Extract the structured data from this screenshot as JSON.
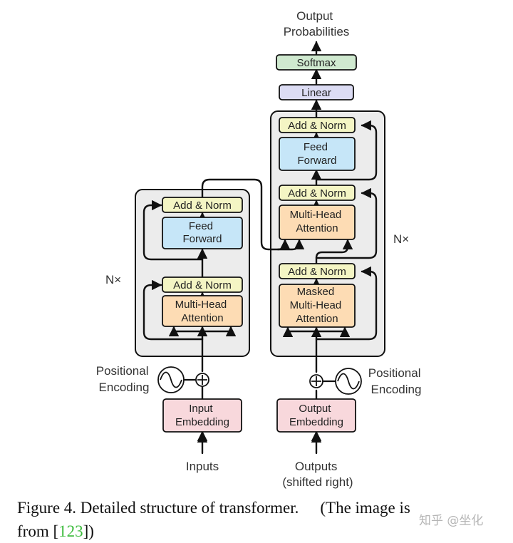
{
  "diagram": {
    "output_label": [
      "Output",
      "Probabilities"
    ],
    "softmax": "Softmax",
    "linear": "Linear",
    "add_norm": "Add & Norm",
    "feed_forward": [
      "Feed",
      "Forward"
    ],
    "multi_head_attention": [
      "Multi-Head",
      "Attention"
    ],
    "masked_multi_head_attention": [
      "Masked",
      "Multi-Head",
      "Attention"
    ],
    "repeat_label": "N×",
    "positional_encoding": [
      "Positional",
      "Encoding"
    ],
    "input_embedding": [
      "Input",
      "Embedding"
    ],
    "output_embedding": [
      "Output",
      "Embedding"
    ],
    "inputs_label": "Inputs",
    "outputs_label": [
      "Outputs",
      "(shifted right)"
    ]
  },
  "colors": {
    "add_norm": "#f4f5c4",
    "feed_forward": "#c6e6f8",
    "attention": "#fddcb4",
    "embedding": "#f8d8dc",
    "linear": "#dcdcf4",
    "softmax": "#cfe9cf",
    "stack_bg": "#ececec"
  },
  "caption": {
    "line1_main": "Figure 4. Detailed structure of transformer.",
    "line1_tail": "(The image is",
    "line2_pre": "from [",
    "ref": "123",
    "line2_post": "])"
  },
  "watermark": "知乎 @坐化"
}
